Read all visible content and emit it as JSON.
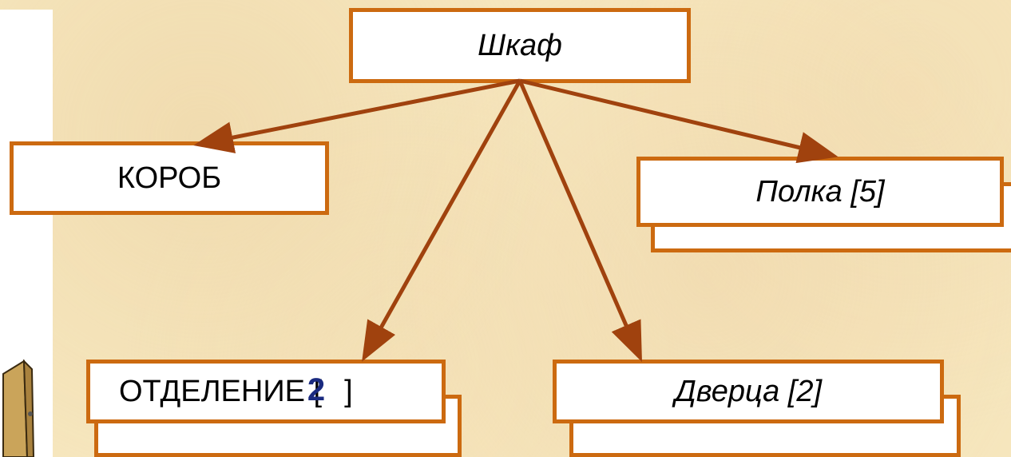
{
  "diagram": {
    "root": {
      "label": "Шкаф"
    },
    "nodes": [
      {
        "id": "korob",
        "label": "КОРОБ"
      },
      {
        "id": "polka",
        "label": "Полка [5]"
      },
      {
        "id": "otdelenie",
        "label": "ОТДЕЛЕНИЕ [",
        "label_end": "]",
        "multiplicity_overlay": "2"
      },
      {
        "id": "dverca",
        "label": "Дверца [2]"
      }
    ],
    "edges": [
      {
        "from": "Шкаф",
        "to": "КОРОБ"
      },
      {
        "from": "Шкаф",
        "to": "Полка [5]"
      },
      {
        "from": "Шкаф",
        "to": "ОТДЕЛЕНИЕ"
      },
      {
        "from": "Шкаф",
        "to": "Дверца [2]"
      }
    ]
  },
  "colors": {
    "background": "#f6e6bd",
    "box_border": "#cc6a10",
    "arrow": "#a0420e",
    "overlay_text": "#1a2a80"
  }
}
